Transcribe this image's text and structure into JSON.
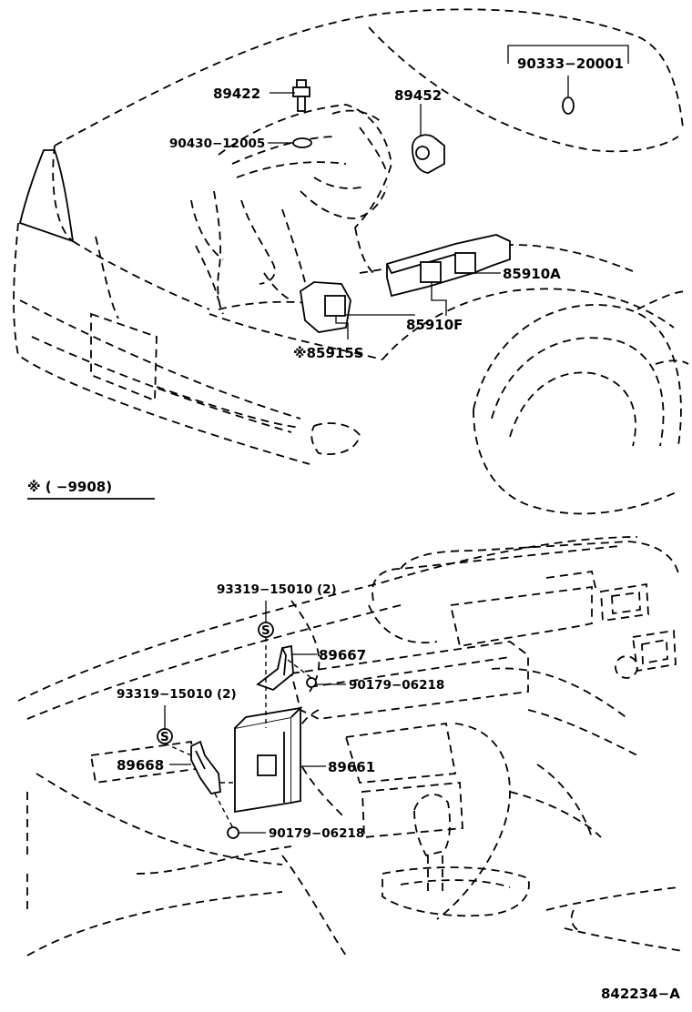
{
  "labels": {
    "p90333": "90333−20001",
    "p89422": "89422",
    "p89452": "89452",
    "p90430": "90430−12005",
    "p85910a": "85910A",
    "p85910f": "85910F",
    "p85915s": "※85915S",
    "note": "※ (        −9908)",
    "p93319a": "93319−15010 (2)",
    "p89667": "89667",
    "p90179a": "90179−06218",
    "p93319b": "93319−15010 (2)",
    "p89668": "89668",
    "p89661": "89661",
    "p90179b": "90179−06218",
    "diagram_id": "842234−A",
    "s_mark": "S"
  }
}
